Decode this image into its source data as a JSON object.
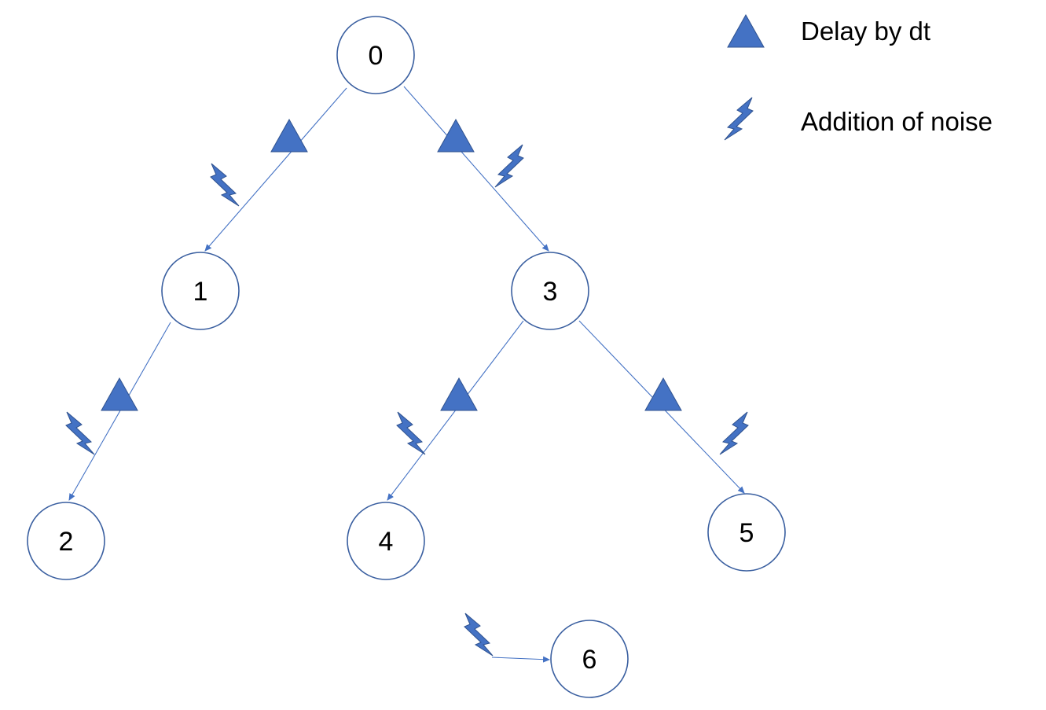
{
  "colors": {
    "accent": "#4472c4",
    "outline": "#2f528f",
    "node_border": "#3a5fa0"
  },
  "legend": [
    {
      "icon": "triangle-icon",
      "label": "Delay by dt"
    },
    {
      "icon": "lightning-bolt-icon",
      "label": "Addition of noise"
    }
  ],
  "nodes": [
    {
      "id": "0",
      "label": "0"
    },
    {
      "id": "1",
      "label": "1"
    },
    {
      "id": "2",
      "label": "2"
    },
    {
      "id": "3",
      "label": "3"
    },
    {
      "id": "4",
      "label": "4"
    },
    {
      "id": "5",
      "label": "5"
    },
    {
      "id": "6",
      "label": "6"
    }
  ],
  "edges": [
    {
      "from": "0",
      "to": "1",
      "delay": true,
      "noise": true
    },
    {
      "from": "0",
      "to": "3",
      "delay": true,
      "noise": true
    },
    {
      "from": "1",
      "to": "2",
      "delay": true,
      "noise": true
    },
    {
      "from": "3",
      "to": "4",
      "delay": true,
      "noise": true
    },
    {
      "from": "3",
      "to": "5",
      "delay": true,
      "noise": true
    },
    {
      "from": "noise-source",
      "to": "6",
      "delay": false,
      "noise": true
    }
  ]
}
